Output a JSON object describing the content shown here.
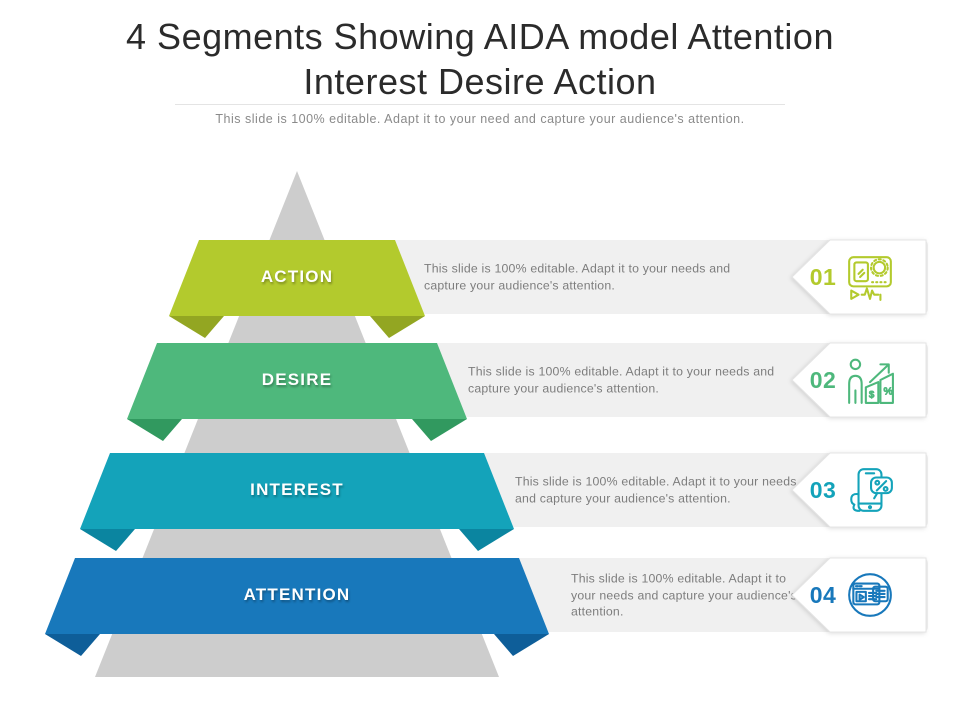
{
  "header": {
    "title": "4 Segments Showing AIDA model Attention Interest Desire Action",
    "subtitle": "This slide is 100% editable. Adapt it to your need and capture your audience's attention."
  },
  "colors": {
    "pyramid_gray": "#cdcdcd",
    "row_bar_gray": "#f0f0f0",
    "title_text": "#2b2b2b",
    "body_text": "#7d7d7d"
  },
  "segments": [
    {
      "label": "ACTION",
      "number": "01",
      "color": "#b3ca2d",
      "fold_color": "#93a622",
      "description": "This slide is 100% editable. Adapt it to your needs and capture your audience's attention.",
      "icon": "campaign-monitor-icon"
    },
    {
      "label": "DESIRE",
      "number": "02",
      "color": "#4eb87c",
      "fold_color": "#31995f",
      "description": "This slide is 100% editable. Adapt it to your needs and capture your audience's attention.",
      "icon": "growth-chart-icon"
    },
    {
      "label": "INTEREST",
      "number": "03",
      "color": "#14a3ba",
      "fold_color": "#0b85a0",
      "description": "This slide is 100% editable. Adapt it to your needs and capture your audience's attention.",
      "icon": "mobile-offer-icon"
    },
    {
      "label": "ATTENTION",
      "number": "04",
      "color": "#1878bb",
      "fold_color": "#0e5e99",
      "description": "This slide is 100% editable. Adapt it to your needs and capture your audience's attention.",
      "icon": "web-video-icon"
    }
  ]
}
